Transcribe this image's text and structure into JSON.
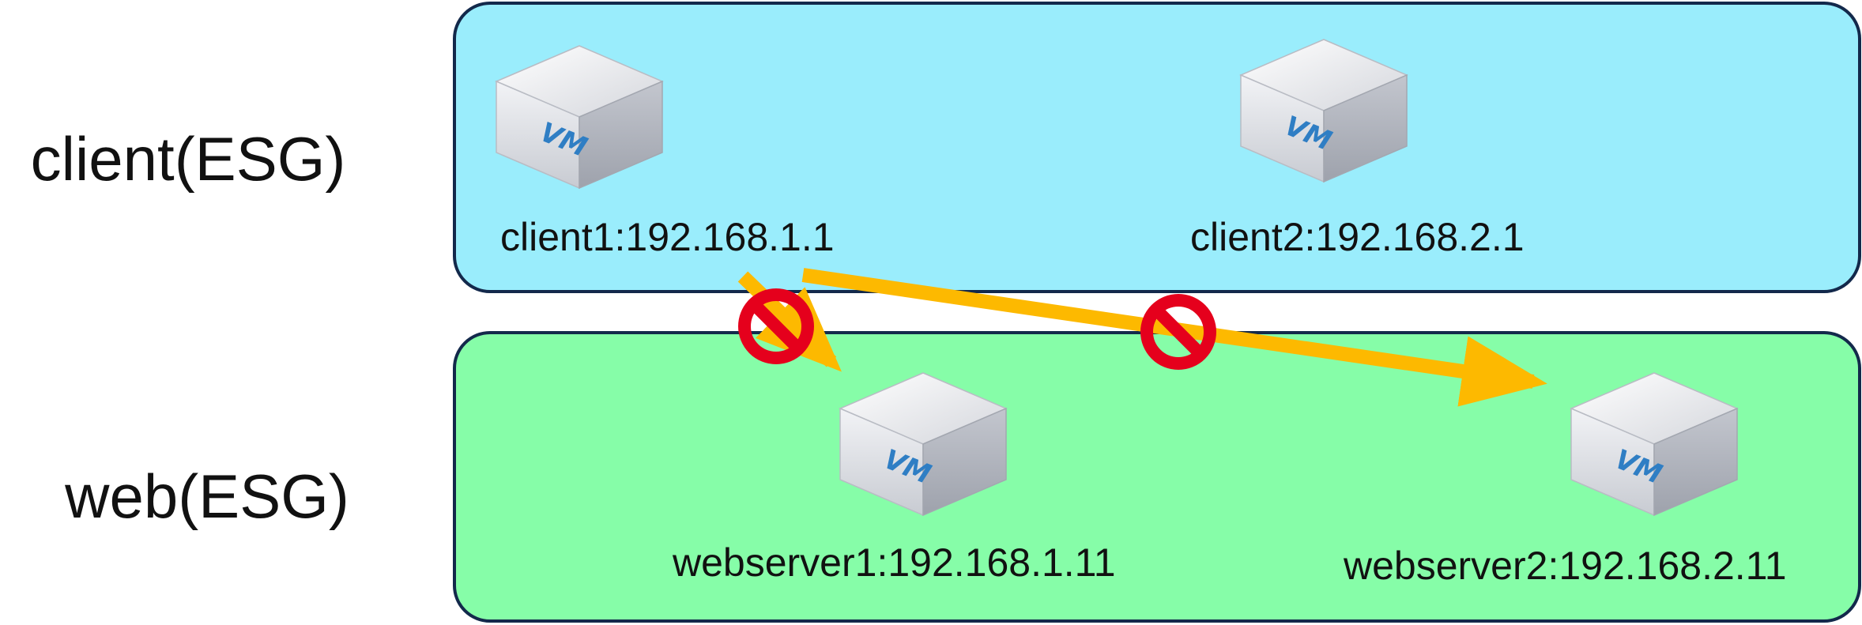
{
  "groups": [
    {
      "id": "client",
      "label": "client(ESG)",
      "color": "#9aedfc"
    },
    {
      "id": "web",
      "label": "web(ESG)",
      "color": "#86fda8"
    }
  ],
  "nodes": [
    {
      "id": "client1",
      "label": "client1:192.168.1.1",
      "icon": "vm-icon",
      "icon_text": "VM"
    },
    {
      "id": "client2",
      "label": "client2:192.168.2.1",
      "icon": "vm-icon",
      "icon_text": "VM"
    },
    {
      "id": "webserver1",
      "label": "webserver1:192.168.1.11",
      "icon": "vm-icon",
      "icon_text": "VM"
    },
    {
      "id": "webserver2",
      "label": "webserver2:192.168.2.11",
      "icon": "vm-icon",
      "icon_text": "VM"
    }
  ],
  "edges": [
    {
      "from": "client1",
      "to": "webserver1",
      "blocked": true,
      "icon": "prohibited-icon"
    },
    {
      "from": "client1",
      "to": "webserver2",
      "blocked": true,
      "icon": "prohibited-icon"
    }
  ],
  "colors": {
    "arrow": "#fdb900",
    "prohibited": "#e5001c",
    "border": "#13294b"
  }
}
